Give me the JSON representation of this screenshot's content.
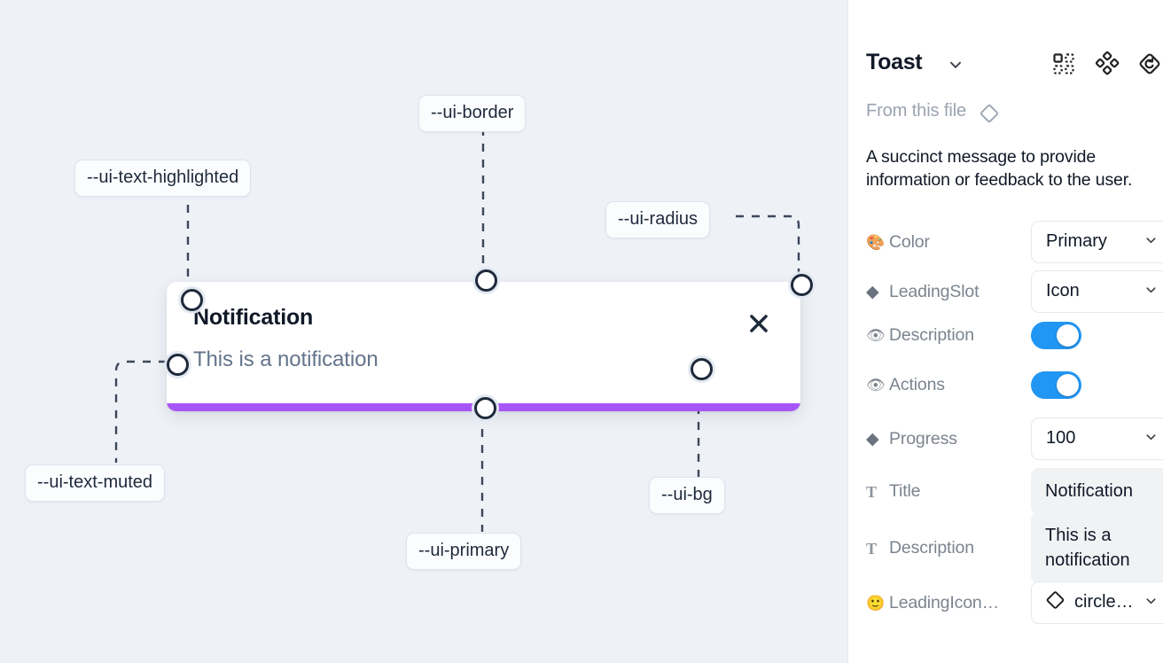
{
  "canvas": {
    "background_color": "#eef1f6",
    "toast": {
      "title": "Notification",
      "description": "This is a notification",
      "close_icon": "close-x-icon",
      "progress_color": "#a855f7",
      "background_color": "#ffffff"
    },
    "annotations": [
      {
        "id": "ui-border",
        "label": "--ui-border"
      },
      {
        "id": "ui-text-highlighted",
        "label": "--ui-text-highlighted"
      },
      {
        "id": "ui-radius",
        "label": "--ui-radius"
      },
      {
        "id": "ui-text-muted",
        "label": "--ui-text-muted"
      },
      {
        "id": "ui-primary",
        "label": "--ui-primary"
      },
      {
        "id": "ui-bg",
        "label": "--ui-bg"
      }
    ]
  },
  "panel": {
    "title": "Toast",
    "title_chevron_icon": "chevron-down-icon",
    "header_icons": [
      "component-grid-icon",
      "four-diamond-icon",
      "reset-variant-icon"
    ],
    "from_file_label": "From this file",
    "from_file_icon": "diamond-icon",
    "description": "A succinct message to provide information or feedback to the user.",
    "properties": [
      {
        "icon": "palette-emoji-icon",
        "icon_glyph": "🎨",
        "label": "Color",
        "control": "select",
        "value": "Primary"
      },
      {
        "icon": "diamond-icon",
        "icon_glyph": "◆",
        "label": "LeadingSlot",
        "control": "select",
        "value": "Icon"
      },
      {
        "icon": "eye-emoji-icon",
        "icon_glyph": "👁",
        "label": "Description",
        "control": "toggle",
        "value": "on"
      },
      {
        "icon": "eye-emoji-icon",
        "icon_glyph": "👁",
        "label": "Actions",
        "control": "toggle",
        "value": "on"
      },
      {
        "icon": "diamond-icon",
        "icon_glyph": "◆",
        "label": "Progress",
        "control": "select",
        "value": "100"
      },
      {
        "icon": "text-t-icon",
        "icon_glyph": "T",
        "label": "Title",
        "control": "text",
        "value": "Notification"
      },
      {
        "icon": "text-t-icon",
        "icon_glyph": "T",
        "label": "Description",
        "control": "text",
        "value": "This is a notification"
      },
      {
        "icon": "smiley-emoji-icon",
        "icon_glyph": "🙂",
        "label": "LeadingIcon…",
        "control": "icon-select",
        "value": "circle…"
      }
    ],
    "toggle_on_color": "#2196f3"
  }
}
